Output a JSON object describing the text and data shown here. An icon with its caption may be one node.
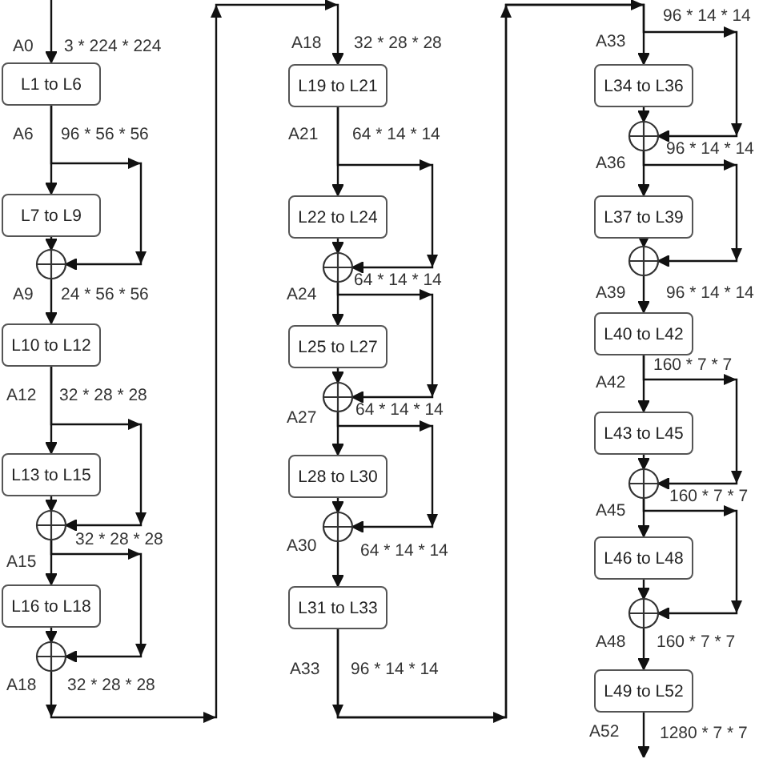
{
  "diagram": {
    "nodes": [
      {
        "text": [
          "L1 to L6"
        ]
      },
      {
        "text": [
          "L7 to L9"
        ]
      },
      {
        "text": [],
        "shape": "circle"
      },
      {
        "text": [
          "L10 to L12"
        ]
      },
      {
        "text": [
          "L13 to L15"
        ]
      },
      {
        "text": [],
        "shape": "circle"
      },
      {
        "text": [
          "L16 to L18"
        ]
      },
      {
        "text": [],
        "shape": "circle"
      },
      {
        "text": [
          "L19 to L21"
        ]
      },
      {
        "text": [
          "L22 to L24"
        ]
      },
      {
        "text": [],
        "shape": "circle"
      },
      {
        "text": [
          "L25 to L27"
        ]
      },
      {
        "text": [],
        "shape": "circle"
      },
      {
        "text": [
          "L28 to L30"
        ]
      },
      {
        "text": [],
        "shape": "circle"
      },
      {
        "text": [
          "L31 to L33"
        ]
      },
      {
        "text": [
          "L34 to L36"
        ]
      },
      {
        "text": [],
        "shape": "circle"
      },
      {
        "text": [
          "L37 to L39"
        ]
      },
      {
        "text": [],
        "shape": "circle"
      },
      {
        "text": [
          "L40 to L42"
        ]
      },
      {
        "text": [
          "L43 to L45"
        ]
      },
      {
        "text": [],
        "shape": "circle"
      },
      {
        "text": [
          "L46 to L48"
        ]
      },
      {
        "text": [],
        "shape": "circle"
      },
      {
        "text": [
          "L49 to L52"
        ]
      }
    ],
    "edges": [
      {
        "from": null,
        "to": 0,
        "arrow": "to"
      },
      {
        "from": 0,
        "to": 1,
        "arrow": "to"
      },
      {
        "from": 0,
        "to": 2,
        "arrow": "to"
      },
      {
        "from": 1,
        "to": 2,
        "arrow": "to"
      },
      {
        "from": 2,
        "to": 3,
        "arrow": "to"
      },
      {
        "from": 3,
        "to": 4,
        "arrow": "to"
      },
      {
        "from": 3,
        "to": 5,
        "arrow": "to"
      },
      {
        "from": 4,
        "to": 5,
        "arrow": "to"
      },
      {
        "from": 5,
        "to": 6,
        "arrow": "to"
      },
      {
        "from": 5,
        "to": 7,
        "arrow": "to"
      },
      {
        "from": 6,
        "to": 7,
        "arrow": "to"
      },
      {
        "from": 7,
        "to": 8,
        "arrow": "to"
      },
      {
        "from": 8,
        "to": 9,
        "arrow": "to"
      },
      {
        "from": 8,
        "to": 10,
        "arrow": "to"
      },
      {
        "from": 9,
        "to": 10,
        "arrow": "to"
      },
      {
        "from": 10,
        "to": 11,
        "arrow": "to"
      },
      {
        "from": 10,
        "to": 12,
        "arrow": "to"
      },
      {
        "from": 11,
        "to": 12,
        "arrow": "to"
      },
      {
        "from": 12,
        "to": 13,
        "arrow": "to"
      },
      {
        "from": 12,
        "to": 14,
        "arrow": "to"
      },
      {
        "from": 13,
        "to": 14,
        "arrow": "to"
      },
      {
        "from": 14,
        "to": 15,
        "arrow": "to"
      },
      {
        "from": 15,
        "to": 16,
        "arrow": "to"
      },
      {
        "from": 15,
        "to": 17,
        "arrow": "to"
      },
      {
        "from": 16,
        "to": 17,
        "arrow": "to"
      },
      {
        "from": 17,
        "to": 18,
        "arrow": "to"
      },
      {
        "from": 17,
        "to": 19,
        "arrow": "to"
      },
      {
        "from": 18,
        "to": 19,
        "arrow": "to"
      },
      {
        "from": 19,
        "to": 20,
        "arrow": "to"
      },
      {
        "from": 20,
        "to": 21,
        "arrow": "to"
      },
      {
        "from": 20,
        "to": 22,
        "arrow": "to"
      },
      {
        "from": 21,
        "to": 22,
        "arrow": "to"
      },
      {
        "from": 22,
        "to": 23,
        "arrow": "to"
      },
      {
        "from": 22,
        "to": 24,
        "arrow": "to"
      },
      {
        "from": 23,
        "to": 24,
        "arrow": "to"
      },
      {
        "from": 24,
        "to": 25,
        "arrow": "to"
      },
      {
        "from": 25,
        "to": null,
        "arrow": "to",
        "label": "1280 * 7 * 7"
      }
    ],
    "labels": [
      "A0",
      "3 * 224 * 224",
      "A6",
      "96 * 56 * 56",
      "A9",
      "24 * 56 * 56",
      "A12",
      "32 * 28 * 28",
      "32 * 28 * 28",
      "A15",
      "A18",
      "32 * 28 * 28",
      "A18",
      "32 * 28 * 28",
      "A21",
      "64 * 14 * 14",
      "64 * 14 * 14",
      "A24",
      "64 * 14 * 14",
      "A27",
      "A30",
      "64 * 14 * 14",
      "A33",
      "96 * 14 * 14",
      "96 * 14 * 14",
      "A33",
      "96 * 14 * 14",
      "A36",
      "A39",
      "96 * 14 * 14",
      "160 * 7 * 7",
      "A42",
      "160 * 7 * 7",
      "A45",
      "A48",
      "160 * 7 * 7",
      "A52"
    ]
  }
}
